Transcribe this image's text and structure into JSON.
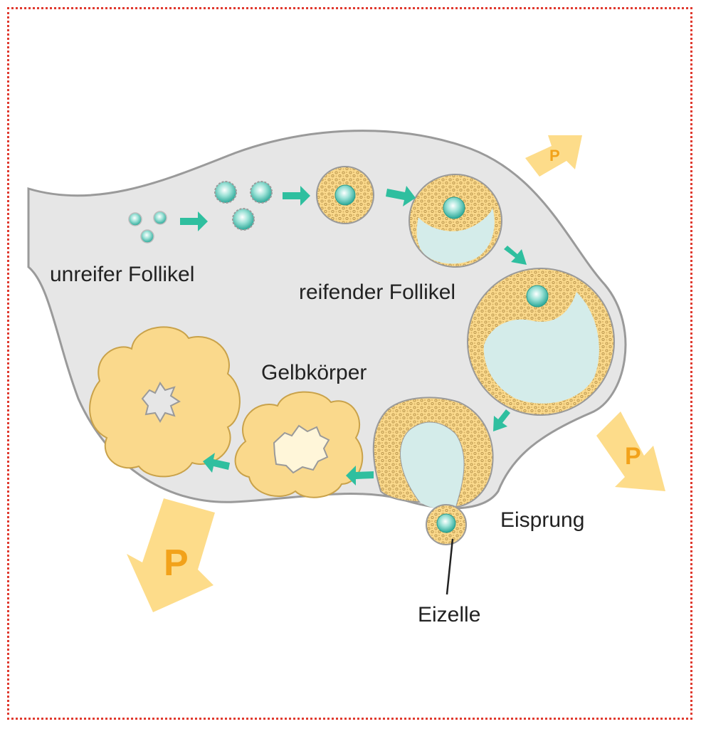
{
  "labels": {
    "immature": "unreifer Follikel",
    "maturing": "reifender Follikel",
    "corpus_luteum": "Gelbkörper",
    "ovulation": "Eisprung",
    "egg": "Eizelle"
  },
  "hormone_arrows": [
    {
      "letter": "P"
    },
    {
      "letter": "P"
    },
    {
      "letter": "P"
    }
  ],
  "colors": {
    "ovary_fill": "#e6e6e6",
    "ovary_stroke": "#9a9a9a",
    "follicle_yellow": "#fad98c",
    "follicle_edge": "#c9a24a",
    "fluid": "#d4ecea",
    "egg_center": "#3fbfb0",
    "flow_arrow": "#2fbf9f",
    "hormone_arrow": "#fddc8a",
    "hormone_letter": "#f2a21a",
    "frame": "#e03a2f"
  }
}
